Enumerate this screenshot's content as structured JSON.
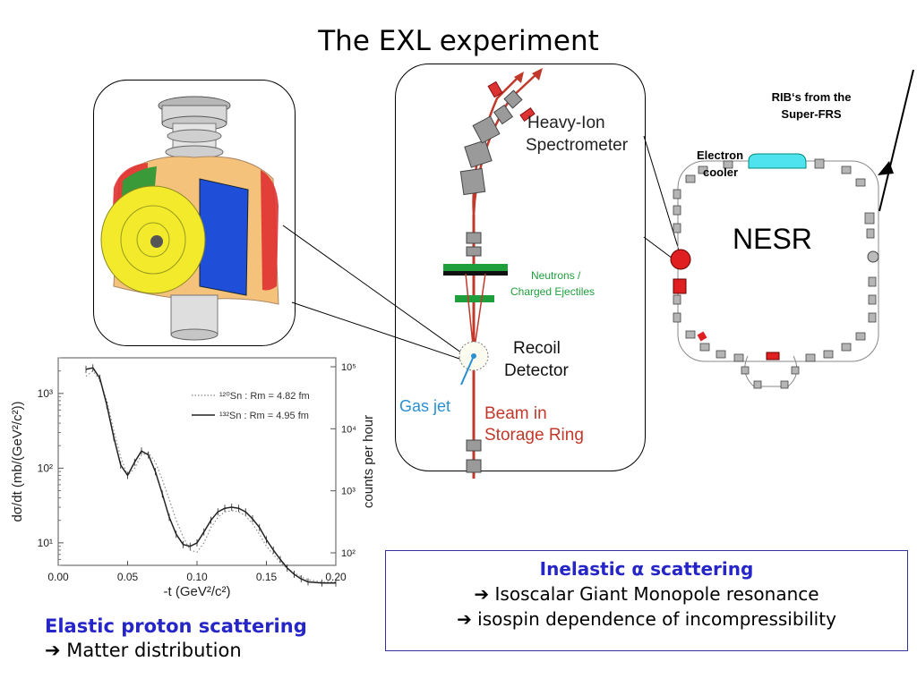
{
  "slide": {
    "title": "The EXL experiment"
  },
  "setup": {
    "spectrometer_label_1": "Heavy-Ion",
    "spectrometer_label_2": "Spectrometer",
    "neutrons_label_1": "Neutrons /",
    "neutrons_label_2": "Charged Ejectiles",
    "recoil_label_1": "Recoil",
    "recoil_label_2": "Detector",
    "gasjet_label": "Gas jet",
    "beam_label_1": "Beam in",
    "beam_label_2": "Storage Ring"
  },
  "ring": {
    "rib_label_1": "RIB‘s from the",
    "rib_label_2": "Super-FRS",
    "cooler_label_1": "Electron",
    "cooler_label_2": "cooler",
    "nesr_label": "NESR"
  },
  "inelastic_box": {
    "heading_prefix": "Inelastic ",
    "alpha": "α",
    "heading_suffix": " scattering",
    "line1": "➔ Isoscalar Giant Monopole resonance",
    "line2": "➔ isospin dependence of incompressibility"
  },
  "elastic_caption": {
    "heading": "Elastic proton scattering",
    "line1": "➔ Matter distribution"
  },
  "chart_data": {
    "type": "line",
    "xlabel": "-t (GeV²/c²)",
    "ylabel": "dσ/dt (mb/(GeV²/c²))",
    "y2label": "counts per hour",
    "xlim": [
      0.0,
      0.2
    ],
    "ylim": [
      5,
      3000
    ],
    "y_scale": "log",
    "y2_ticks": [
      "10²",
      "10³",
      "10⁴",
      "10⁵"
    ],
    "x_ticks": [
      "0.00",
      "0.05",
      "0.10",
      "0.15",
      "0.20"
    ],
    "y_ticks": [
      "10¹",
      "10²",
      "10³"
    ],
    "series": [
      {
        "name": "¹²⁰Sn : Rm = 4.82 fm",
        "style": "dotted",
        "x": [
          0.02,
          0.025,
          0.03,
          0.035,
          0.04,
          0.045,
          0.05,
          0.055,
          0.06,
          0.065,
          0.07,
          0.075,
          0.08,
          0.085,
          0.09,
          0.095,
          0.1,
          0.105,
          0.11,
          0.115,
          0.12,
          0.125,
          0.13,
          0.135,
          0.14,
          0.145,
          0.15,
          0.155,
          0.16,
          0.165,
          0.17,
          0.175,
          0.18,
          0.19,
          0.2
        ],
        "y": [
          1700,
          2000,
          1500,
          800,
          320,
          140,
          80,
          100,
          150,
          160,
          120,
          70,
          38,
          20,
          12,
          8,
          7.5,
          10,
          16,
          22,
          26,
          27,
          26,
          23,
          18,
          13,
          9,
          7,
          5.5,
          4.5,
          4,
          3.5,
          3.2,
          3,
          3
        ]
      },
      {
        "name": "¹³²Sn : Rm = 4.95 fm",
        "style": "solid",
        "x": [
          0.02,
          0.025,
          0.03,
          0.035,
          0.04,
          0.045,
          0.05,
          0.055,
          0.06,
          0.065,
          0.07,
          0.075,
          0.08,
          0.085,
          0.09,
          0.095,
          0.1,
          0.105,
          0.11,
          0.115,
          0.12,
          0.125,
          0.13,
          0.135,
          0.14,
          0.145,
          0.15,
          0.155,
          0.16,
          0.165,
          0.17,
          0.175,
          0.18,
          0.19,
          0.2
        ],
        "y": [
          2100,
          2200,
          1600,
          700,
          260,
          110,
          80,
          120,
          170,
          150,
          90,
          45,
          22,
          13,
          9.5,
          9,
          10,
          14,
          20,
          26,
          29,
          30,
          29,
          26,
          21,
          16,
          11,
          8,
          6,
          4.6,
          3.8,
          3.3,
          3,
          2.9,
          2.9
        ]
      }
    ]
  },
  "colors": {
    "accent_blue": "#2626c8",
    "beam_red": "#c0392b",
    "gasjet_blue": "#2a8fd0",
    "neutron_green": "#1e9f3c"
  }
}
